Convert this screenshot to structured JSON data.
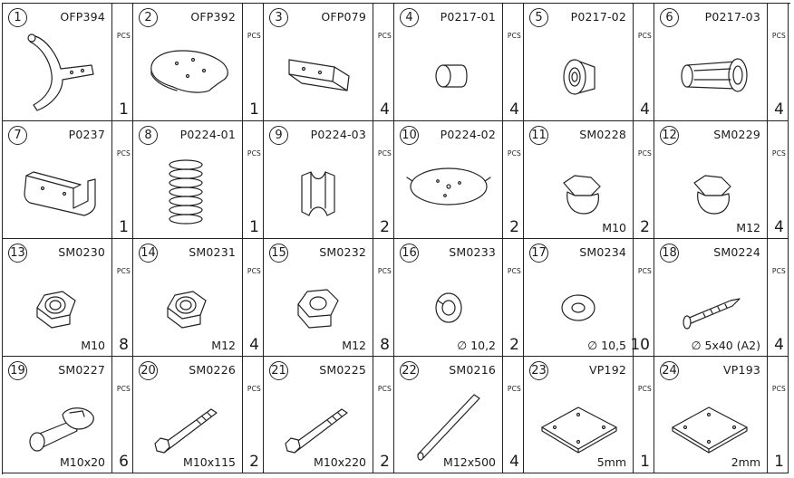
{
  "pcs_label": "PCS",
  "parts": [
    {
      "num": "1",
      "code": "OFP394",
      "qty": "1",
      "spec": "",
      "icon": "bracket-arm-icon"
    },
    {
      "num": "2",
      "code": "OFP392",
      "qty": "1",
      "spec": "",
      "icon": "mounting-plate-icon"
    },
    {
      "num": "3",
      "code": "OFP079",
      "qty": "4",
      "spec": "",
      "icon": "flat-bar-icon"
    },
    {
      "num": "4",
      "code": "P0217-01",
      "qty": "4",
      "spec": "",
      "icon": "plug-icon"
    },
    {
      "num": "5",
      "code": "P0217-02",
      "qty": "4",
      "spec": "",
      "icon": "grommet-icon"
    },
    {
      "num": "6",
      "code": "P0217-03",
      "qty": "4",
      "spec": "",
      "icon": "sleeve-icon"
    },
    {
      "num": "7",
      "code": "P0237",
      "qty": "1",
      "spec": "",
      "icon": "u-channel-icon"
    },
    {
      "num": "8",
      "code": "P0224-01",
      "qty": "1",
      "spec": "",
      "icon": "spring-icon"
    },
    {
      "num": "9",
      "code": "P0224-03",
      "qty": "2",
      "spec": "",
      "icon": "saddle-block-icon"
    },
    {
      "num": "10",
      "code": "P0224-02",
      "qty": "2",
      "spec": "",
      "icon": "disc-plate-icon"
    },
    {
      "num": "11",
      "code": "SM0228",
      "qty": "2",
      "spec": "M10",
      "icon": "cap-nut-icon"
    },
    {
      "num": "12",
      "code": "SM0229",
      "qty": "4",
      "spec": "M12",
      "icon": "cap-nut-icon"
    },
    {
      "num": "13",
      "code": "SM0230",
      "qty": "8",
      "spec": "M10",
      "icon": "lock-nut-icon"
    },
    {
      "num": "14",
      "code": "SM0231",
      "qty": "4",
      "spec": "M12",
      "icon": "lock-nut-icon"
    },
    {
      "num": "15",
      "code": "SM0232",
      "qty": "8",
      "spec": "M12",
      "icon": "hex-nut-icon"
    },
    {
      "num": "16",
      "code": "SM0233",
      "qty": "2",
      "spec": "∅ 10,2",
      "icon": "spring-washer-icon"
    },
    {
      "num": "17",
      "code": "SM0234",
      "qty": "10",
      "spec": "∅ 10,5",
      "icon": "flat-washer-icon"
    },
    {
      "num": "18",
      "code": "SM0224",
      "qty": "4",
      "spec": "∅ 5x40 (A2)",
      "icon": "screw-icon"
    },
    {
      "num": "19",
      "code": "SM0227",
      "qty": "6",
      "spec": "M10x20",
      "icon": "carriage-bolt-icon"
    },
    {
      "num": "20",
      "code": "SM0226",
      "qty": "2",
      "spec": "M10x115",
      "icon": "hex-bolt-icon"
    },
    {
      "num": "21",
      "code": "SM0225",
      "qty": "2",
      "spec": "M10x220",
      "icon": "hex-bolt-icon"
    },
    {
      "num": "22",
      "code": "SM0216",
      "qty": "4",
      "spec": "M12x500",
      "icon": "rod-icon"
    },
    {
      "num": "23",
      "code": "VP192",
      "qty": "1",
      "spec": "5mm",
      "icon": "square-plate-icon"
    },
    {
      "num": "24",
      "code": "VP193",
      "qty": "1",
      "spec": "2mm",
      "icon": "square-plate-icon"
    }
  ]
}
